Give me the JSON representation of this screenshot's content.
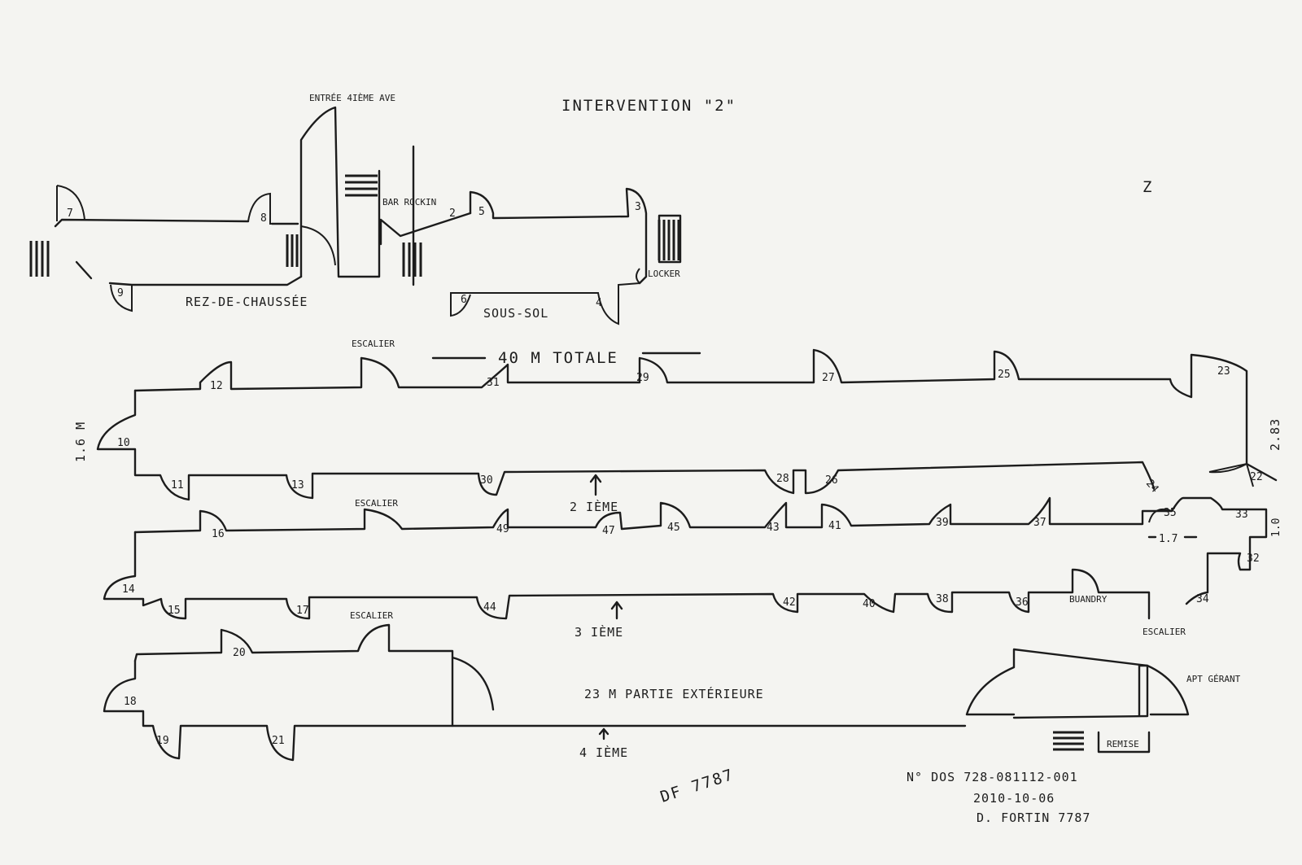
{
  "title": "INTERVENTION \"2\"",
  "north_mark": "Z",
  "labels": {
    "entry": "ENTRÉE 4IÈME AVE",
    "bar": "BAR ROCKIN",
    "rez": "REZ-DE-CHAUSSÉE",
    "sous_sol": "SOUS-SOL",
    "locker": "LOCKER",
    "escalier": "ESCALIER",
    "total": "40 M TOTALE",
    "height_16": "1.6 M",
    "height_283": "2.83",
    "dim_17": "1.7",
    "dim_10": "1.0",
    "floor2": "2 IÈME",
    "floor3": "3 IÈME",
    "floor4": "4 IÈME",
    "buandry": "BUANDRY",
    "partie": "23 M PARTIE EXTÉRIEURE",
    "apt": "APT GÉRANT",
    "remise": "REMISE",
    "dossier": "N° DOS  728-081112-001",
    "date": "2010-10-06",
    "author": "D. FORTIN 7787",
    "signature": "DF 7787"
  },
  "room_numbers": [
    "2",
    "3",
    "4",
    "5",
    "6",
    "7",
    "8",
    "9",
    "10",
    "11",
    "12",
    "13",
    "14",
    "15",
    "16",
    "17",
    "18",
    "19",
    "20",
    "21",
    "22",
    "23",
    "24",
    "25",
    "26",
    "27",
    "28",
    "29",
    "30",
    "31",
    "32",
    "33",
    "34",
    "35",
    "36",
    "37",
    "38",
    "39",
    "40",
    "41",
    "42",
    "43",
    "44",
    "45",
    "47",
    "49"
  ]
}
